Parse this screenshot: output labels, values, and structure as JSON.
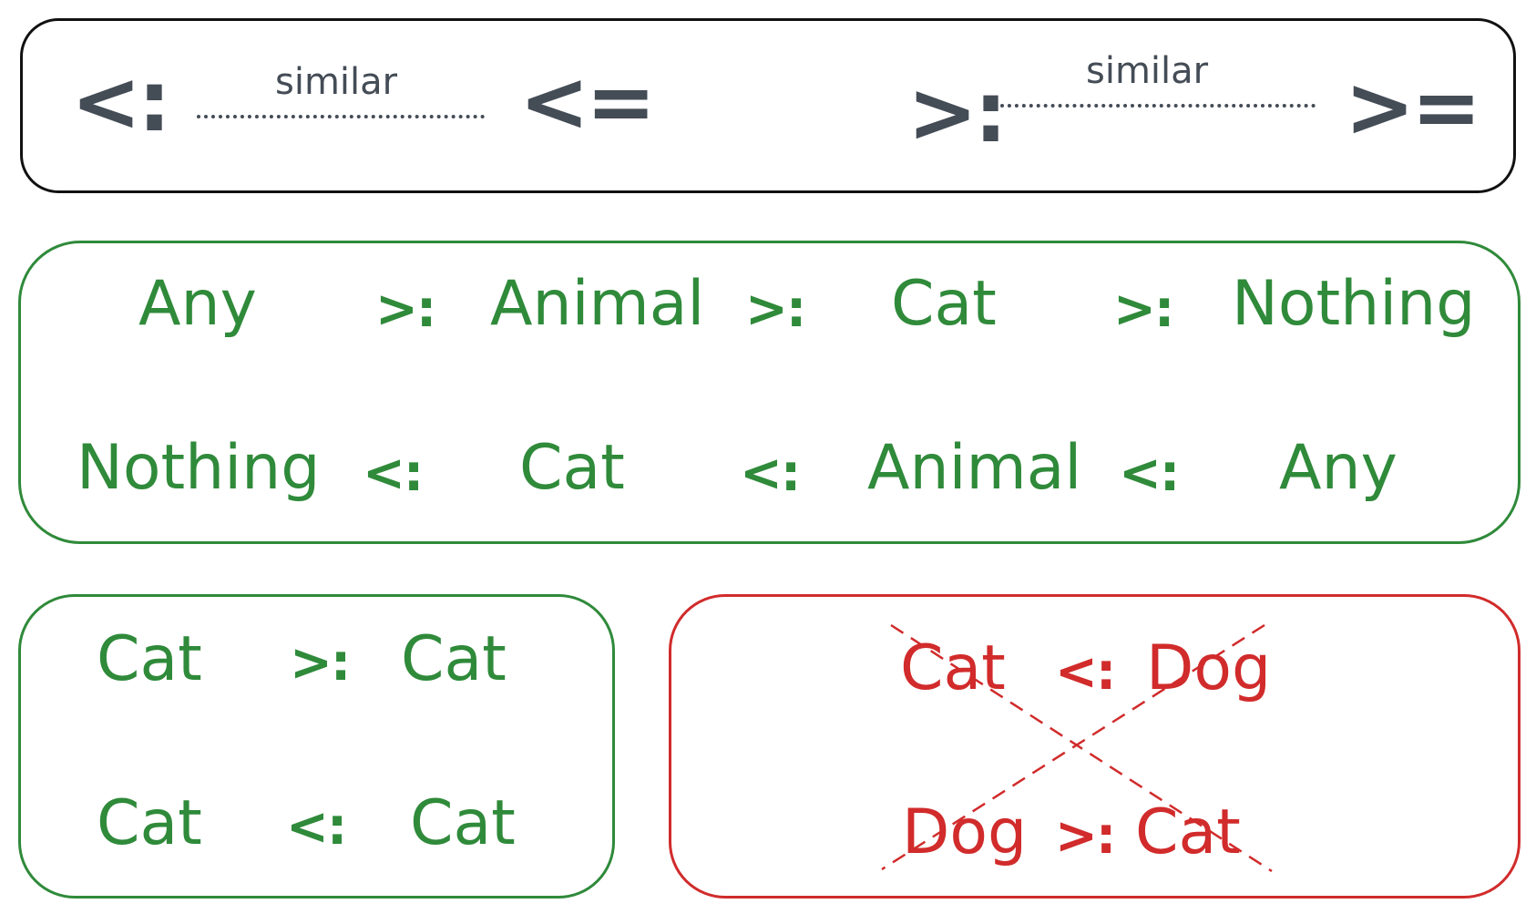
{
  "colors": {
    "dark": "#444c56",
    "green": "#2f8a3a",
    "red": "#d12b2b",
    "black": "#111111"
  },
  "relations": {
    "subtype_symbol": "<:",
    "subtype_operator": "<=",
    "supertype_symbol": ">:",
    "supertype_operator": ">=",
    "similar_label_left": "similar",
    "similar_label_right": "similar"
  },
  "chain_supertype": {
    "items": [
      "Any",
      ">:",
      "Animal",
      ">:",
      "Cat",
      ">:",
      "Nothing"
    ]
  },
  "chain_subtype": {
    "items": [
      "Nothing",
      "<:",
      "Cat",
      "<:",
      "Animal",
      "<:",
      "Any"
    ]
  },
  "reflexive": {
    "row1": [
      "Cat",
      ">:",
      "Cat"
    ],
    "row2": [
      "Cat",
      "<:",
      "Cat"
    ]
  },
  "invalid": {
    "row1": [
      "Cat",
      "<:",
      "Dog"
    ],
    "row2": [
      "Dog",
      ">:",
      "Cat"
    ]
  }
}
